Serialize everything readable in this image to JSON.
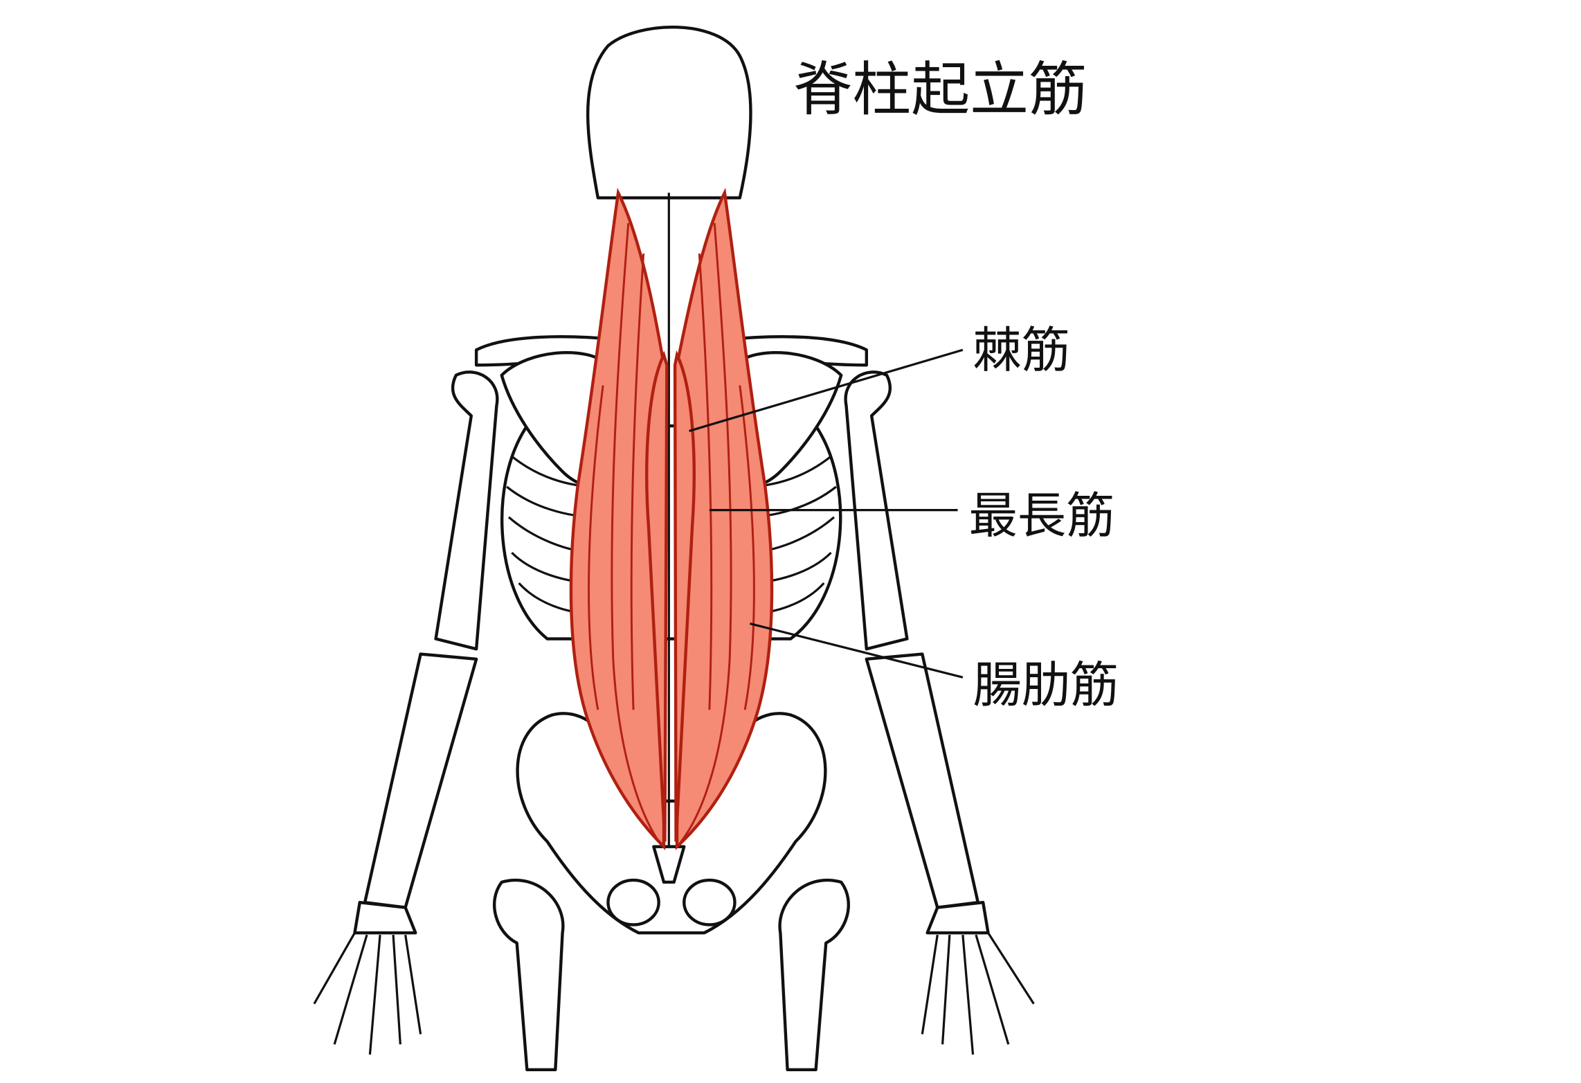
{
  "title": "脊柱起立筋",
  "labels": {
    "spinalis": "棘筋",
    "longissimus": "最長筋",
    "iliocostalis": "腸肋筋"
  },
  "colors": {
    "muscle_fill": "#f58a75",
    "muscle_stroke": "#b02010",
    "outline": "#111111"
  }
}
